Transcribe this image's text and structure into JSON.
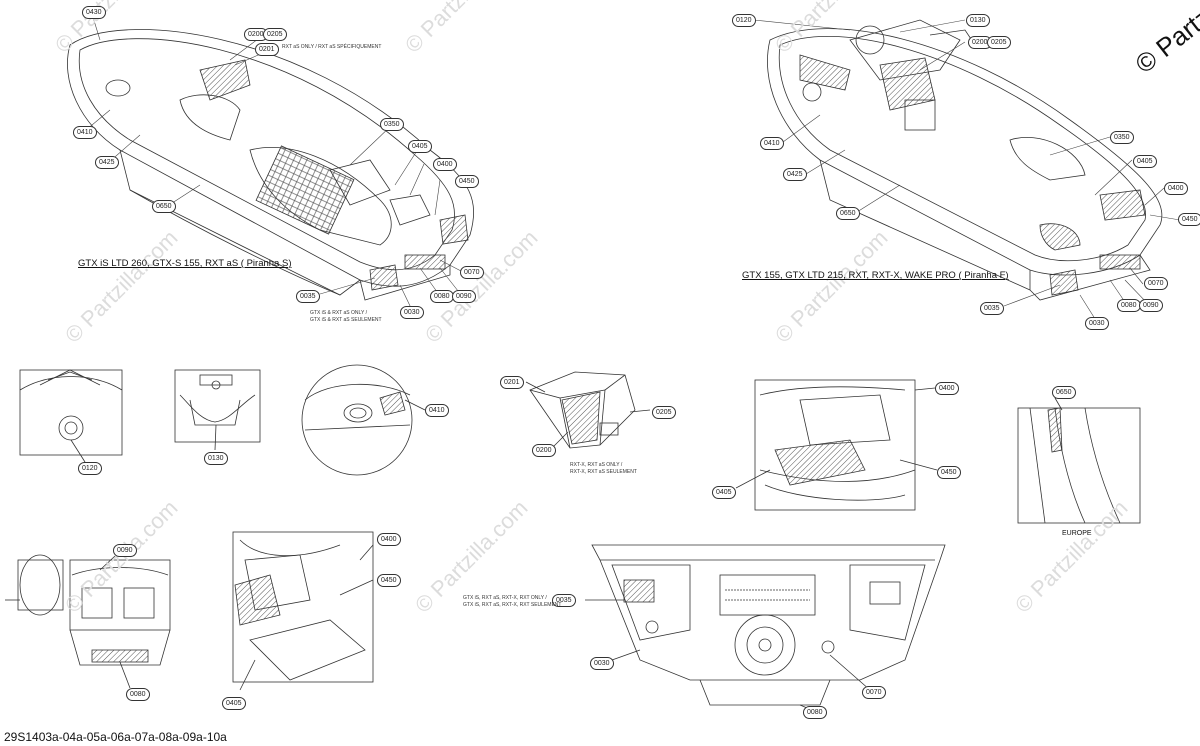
{
  "copyright": "© Partz",
  "watermark": "© Partzilla.com",
  "footer_code": "29S1403a-04a-05a-06a-07a-08a-09a-10a",
  "europe_label": "EUROPE",
  "colors": {
    "line": "#333333",
    "hatch": "#555555",
    "watermark": "#dcdcdc",
    "background": "#ffffff"
  },
  "hull_left": {
    "title": "GTX iS LTD 260, GTX-S 155, RXT aS ( Piranha S)",
    "note_top": "RXT aS ONLY / RXT aS SPÉCIFIQUEMENT",
    "note_bottom_1": "GTX iS & RXT aS ONLY /",
    "note_bottom_2": "GTX iS & RXT aS SEULEMENT",
    "callouts": {
      "c0430": "0430",
      "c0200": "0200",
      "c0205": "0205",
      "c0201": "0201",
      "c0410": "0410",
      "c0425": "0425",
      "c0650": "0650",
      "c0350": "0350",
      "c0405": "0405",
      "c0400": "0400",
      "c0450": "0450",
      "c0070": "0070",
      "c0035": "0035",
      "c0030": "0030",
      "c0080": "0080",
      "c0090": "0090"
    }
  },
  "hull_right": {
    "title": "GTX 155, GTX LTD 215, RXT, RXT-X, WAKE PRO ( Piranha F)",
    "callouts": {
      "c0120": "0120",
      "c0130": "0130",
      "c0200": "0200",
      "c0205": "0205",
      "c0410": "0410",
      "c0425": "0425",
      "c0650": "0650",
      "c0350": "0350",
      "c0405": "0405",
      "c0400": "0400",
      "c0450": "0450",
      "c0070": "0070",
      "c0035": "0035",
      "c0030": "0030",
      "c0080": "0080",
      "c0090": "0090"
    }
  },
  "details": {
    "d0120": "0120",
    "d0130": "0130",
    "d0410": "0410",
    "d0201": "0201",
    "d0200": "0200",
    "d0205": "0205",
    "note_glovebox_1": "RXT-X, RXT aS ONLY /",
    "note_glovebox_2": "RXT-X, RXT aS SEULEMENT",
    "d0400": "0400",
    "d0405": "0405",
    "d0450": "0450",
    "d0650": "0650",
    "d0090": "0090",
    "d0080": "0080",
    "d0400b": "0400",
    "d0450b": "0450",
    "d0405b": "0405",
    "d0035": "0035",
    "note_rear_1": "GTX iS, RXT aS, RXT-X, RXT ONLY /",
    "note_rear_2": "GTX iS, RXT aS, RXT-X, RXT SEULEMENT",
    "d0030": "0030",
    "d0070": "0070",
    "d0080b": "0080"
  }
}
